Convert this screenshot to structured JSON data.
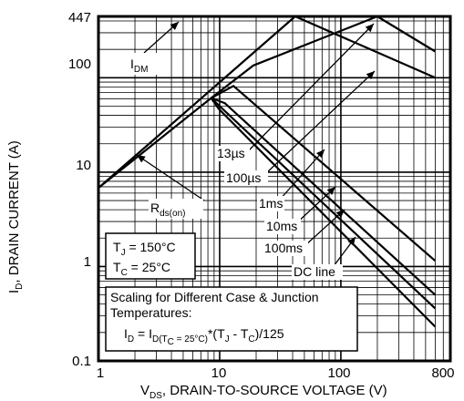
{
  "chart_data": {
    "type": "line",
    "title": "",
    "xlabel": {
      "main": "V",
      "sub": "DS",
      "rest": ", DRAIN-TO-SOURCE VOLTAGE (V)"
    },
    "ylabel": {
      "main": "I",
      "sub": "D",
      "rest": ", DRAIN CURRENT (A)"
    },
    "x_scale": "log",
    "y_scale": "log",
    "xlim": [
      1,
      800
    ],
    "ylim": [
      0.1,
      447
    ],
    "grid": true,
    "x_ticks": [
      {
        "value": 1,
        "label": "1"
      },
      {
        "value": 10,
        "label": "10"
      },
      {
        "value": 100,
        "label": "100"
      },
      {
        "value": 800,
        "label": "800"
      }
    ],
    "y_ticks": [
      {
        "value": 0.1,
        "label": "0.1"
      },
      {
        "value": 1,
        "label": "1"
      },
      {
        "value": 10,
        "label": "10"
      },
      {
        "value": 100,
        "label": "100"
      },
      {
        "value": 447,
        "label": "447"
      }
    ],
    "series": [
      {
        "name": "Rds(on)",
        "points": [
          [
            1,
            6.8
          ],
          [
            8.5,
            61
          ]
        ]
      },
      {
        "name": "IDM",
        "points": [
          [
            1,
            447
          ],
          [
            600,
            447
          ]
        ]
      },
      {
        "name": "13µs",
        "points": [
          [
            1,
            6.8
          ],
          [
            42,
            447
          ],
          [
            600,
            100
          ]
        ]
      },
      {
        "name": "100µs",
        "points": [
          [
            8.5,
            61
          ],
          [
            19,
            135
          ],
          [
            200,
            447
          ],
          [
            600,
            190
          ]
        ]
      },
      {
        "name": "1ms",
        "points": [
          [
            8.5,
            61
          ],
          [
            13,
            82
          ],
          [
            600,
            1.15
          ]
        ]
      },
      {
        "name": "10ms",
        "points": [
          [
            8.5,
            61
          ],
          [
            11,
            54
          ],
          [
            600,
            0.5
          ]
        ]
      },
      {
        "name": "100ms",
        "points": [
          [
            8.5,
            61
          ],
          [
            10,
            50
          ],
          [
            600,
            0.36
          ]
        ]
      },
      {
        "name": "DC line",
        "points": [
          [
            8.5,
            61
          ],
          [
            9.8,
            47
          ],
          [
            600,
            0.23
          ]
        ]
      }
    ],
    "labels": {
      "idm": {
        "main": "I",
        "sub": "DM"
      },
      "rdson": {
        "main": "R",
        "sub": "ds(on)"
      },
      "t13us": "13µs",
      "t100us": "100µs",
      "t1ms": "1ms",
      "t10ms": "10ms",
      "t100ms": "100ms",
      "dc": "DC line"
    },
    "conditions": {
      "tj": {
        "main": "T",
        "sub": "J",
        "rest": " = 150°C"
      },
      "tc": {
        "main": "T",
        "sub": "C",
        "rest": " = 25°C"
      }
    },
    "scaling_note": {
      "line1": "Scaling for Different Case & Junction",
      "line2": "Temperatures:",
      "formula": {
        "a": "I",
        "a_sub": "D",
        "b": " = I",
        "b_sub": "D(T",
        "c_sub": "C",
        "d_sub": " = 25°C)",
        "e": "*(T",
        "e_sub": "J",
        "f": " - T",
        "f_sub": "C",
        "g": ")/125"
      }
    }
  },
  "colors": {
    "line": "#000000",
    "grid": "#000000",
    "background": "#ffffff"
  }
}
